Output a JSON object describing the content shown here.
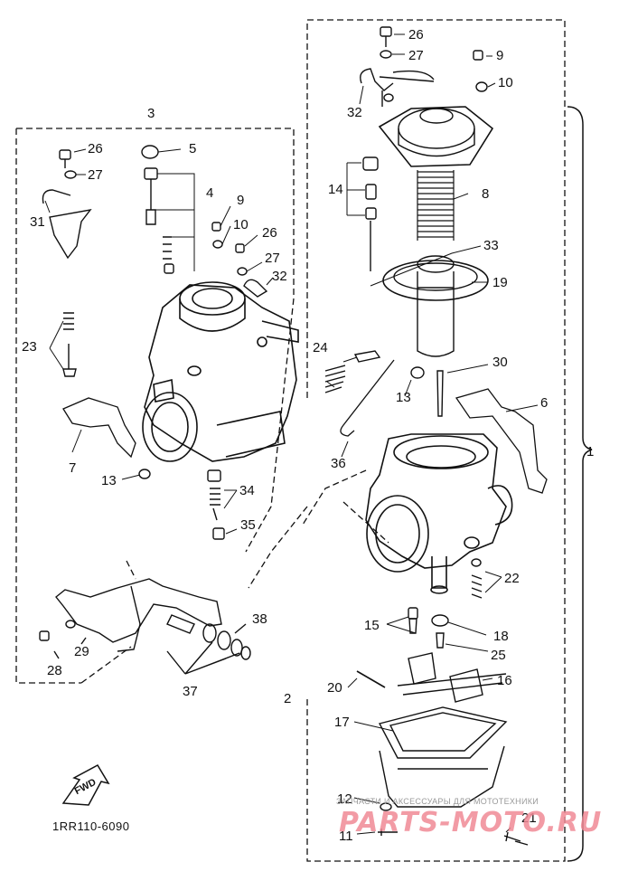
{
  "callouts": {
    "c1": "1",
    "c2": "2",
    "c3": "3",
    "c4": "4",
    "c5": "5",
    "c6": "6",
    "c7": "7",
    "c8": "8",
    "c9": "9",
    "c9b": "9",
    "c10": "10",
    "c10b": "10",
    "c11": "11",
    "c12": "12",
    "c13": "13",
    "c13b": "13",
    "c14": "14",
    "c15": "15",
    "c16": "16",
    "c17": "17",
    "c18": "18",
    "c19": "19",
    "c20": "20",
    "c21": "21",
    "c22": "22",
    "c23": "23",
    "c24": "24",
    "c25": "25",
    "c26": "26",
    "c26b": "26",
    "c26c": "26",
    "c27": "27",
    "c27b": "27",
    "c27c": "27",
    "c28": "28",
    "c29": "29",
    "c30": "30",
    "c31": "31",
    "c32": "32",
    "c32b": "32",
    "c33": "33",
    "c34": "34",
    "c35": "35",
    "c36": "36",
    "c37": "37",
    "c38": "38"
  },
  "figure_code": "1RR110-6090",
  "fwd_label": "FWD",
  "watermark": {
    "caption": "ЗАПЧАСТИ И АКСЕССУАРЫ ДЛЯ МОТОТЕХНИКИ",
    "brand": "PARTS-MOTO.RU"
  }
}
